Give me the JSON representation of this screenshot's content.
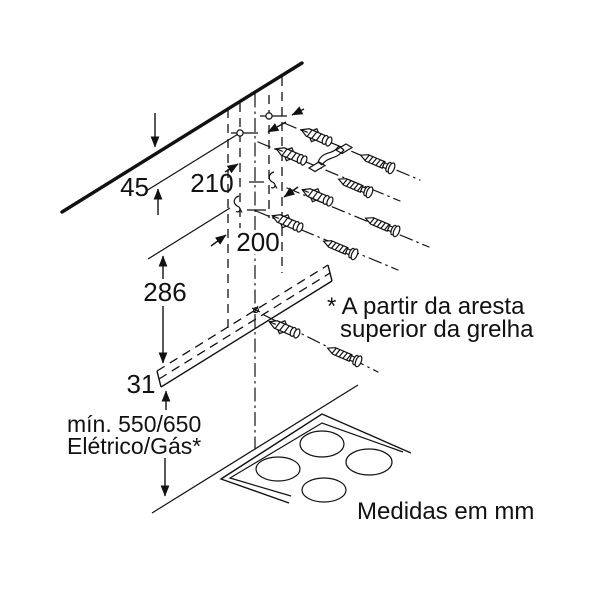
{
  "page": {
    "background": "#ffffff",
    "line_color": "#111111"
  },
  "diagram": {
    "units_note": "Medidas em mm",
    "dimensions": {
      "ceiling_to_top_holes": "45",
      "between_hole_rows": "210",
      "between_hole_columns": "200",
      "holes_to_rail": "286",
      "rail_height": "31",
      "min_hob_clearance": "mín. 550/650",
      "clearance_fuel_type": "Elétrico/Gás*"
    },
    "footnote": {
      "line1": "* A partir da aresta",
      "line2": "superior da grelha"
    },
    "parts": {
      "ceiling": "ceiling-line",
      "drill_axes": "drill-center-lines",
      "holes": "drill-holes",
      "hooks": "hanging-hooks",
      "anchors": "wall-plug-anchors",
      "screws": "mounting-screws",
      "bracket": "chimney-support-bracket",
      "rail": "lower-mounting-rail",
      "cooktop": "hob-with-4-burners"
    }
  }
}
